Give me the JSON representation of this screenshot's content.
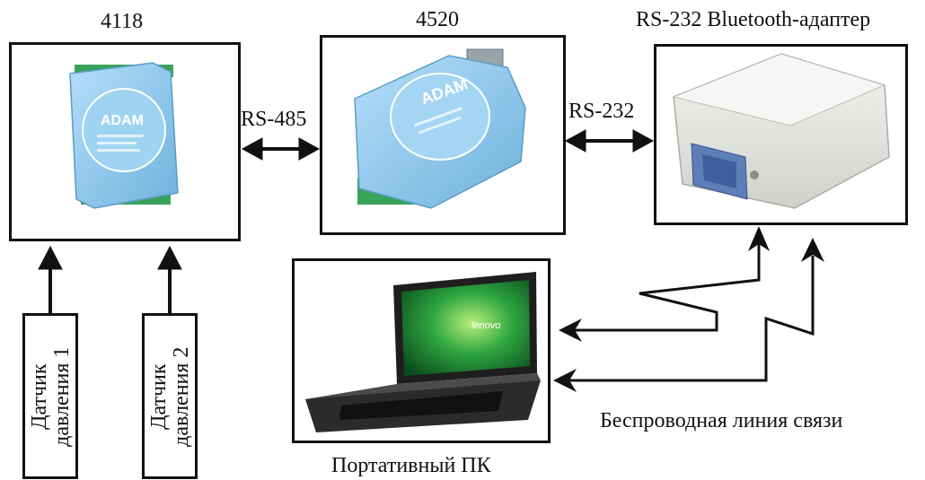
{
  "devices": {
    "module_4118": {
      "label": "4118",
      "brand": "ADAM"
    },
    "module_4520": {
      "label": "4520",
      "brand": "ADAM"
    },
    "bluetooth_adapter": {
      "label": "RS-232 Bluetooth-адаптер"
    },
    "laptop": {
      "label": "Портативный ПК",
      "screen_text": "lenovo"
    }
  },
  "links": {
    "rs485": "RS-485",
    "rs232": "RS-232",
    "wireless": "Беспроводная линия связи"
  },
  "sensors": {
    "sensor_1": {
      "line1": "Датчик",
      "line2": "давления 1"
    },
    "sensor_2": {
      "line1": "Датчик",
      "line2": "давления 2"
    }
  },
  "colors": {
    "module_body": "#8cc8ea",
    "module_terminal": "#39a35a",
    "adapter_body": "#e6e8e4",
    "laptop_screen": "#1f8a3a",
    "line": "#111111"
  }
}
